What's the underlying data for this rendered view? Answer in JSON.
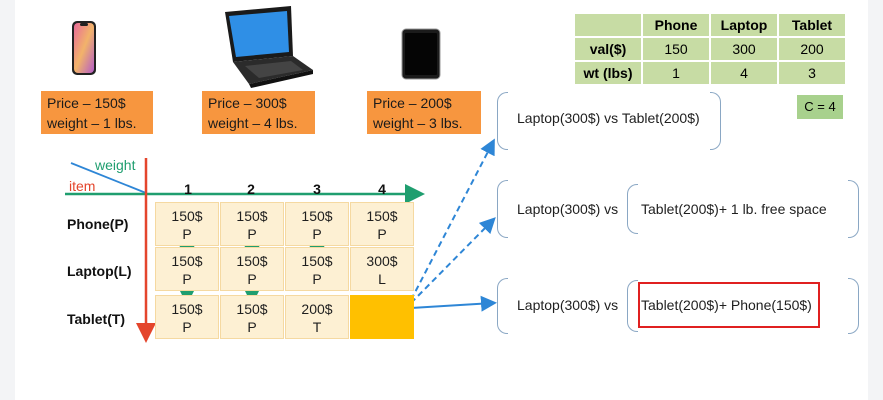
{
  "items": [
    {
      "price": "Price – 150$",
      "weight": "weight – 1 lbs.",
      "icon": "phone-icon"
    },
    {
      "price": "Price – 300$",
      "weight": "weight – 4 lbs.",
      "icon": "laptop-icon"
    },
    {
      "price": "Price – 200$",
      "weight": "weight – 3 lbs.",
      "icon": "tablet-icon"
    }
  ],
  "value_table": {
    "headers": [
      "",
      "Phone",
      "Laptop",
      "Tablet"
    ],
    "rows": [
      [
        "val($)",
        "150",
        "300",
        "200"
      ],
      [
        "wt (lbs)",
        "1",
        "4",
        "3"
      ]
    ]
  },
  "capacity": "C = 4",
  "grid": {
    "axis_weight": "weight",
    "axis_item": "item",
    "col_labels": [
      "1",
      "2",
      "3",
      "4"
    ],
    "row_labels": [
      "Phone(P)",
      "Laptop(L)",
      "Tablet(T)"
    ],
    "cells": [
      [
        [
          "150$",
          "P"
        ],
        [
          "150$",
          "P"
        ],
        [
          "150$",
          "P"
        ],
        [
          "150$",
          "P"
        ]
      ],
      [
        [
          "150$",
          "P"
        ],
        [
          "150$",
          "P"
        ],
        [
          "150$",
          "P"
        ],
        [
          "300$",
          "L"
        ]
      ],
      [
        [
          "150$",
          "P"
        ],
        [
          "150$",
          "P"
        ],
        [
          "200$",
          "T"
        ],
        [
          "",
          ""
        ]
      ]
    ]
  },
  "comparisons": [
    {
      "left": "Laptop(300$) vs Tablet(200$)",
      "right": ""
    },
    {
      "left": "Laptop(300$) vs",
      "right": "Tablet(200$)+ 1 lb. free space"
    },
    {
      "left": "Laptop(300$) vs",
      "right": "Tablet(200$)+ Phone(150$)"
    }
  ],
  "colors": {
    "price_box": "#f7963f",
    "table_fill": "#c7dca4",
    "highlight_cell": "#ffc000",
    "arrow_blue": "#2e86d6",
    "arrow_green": "#1f9e6f",
    "axis_red": "#e4452c",
    "answer_box": "#e02020"
  }
}
